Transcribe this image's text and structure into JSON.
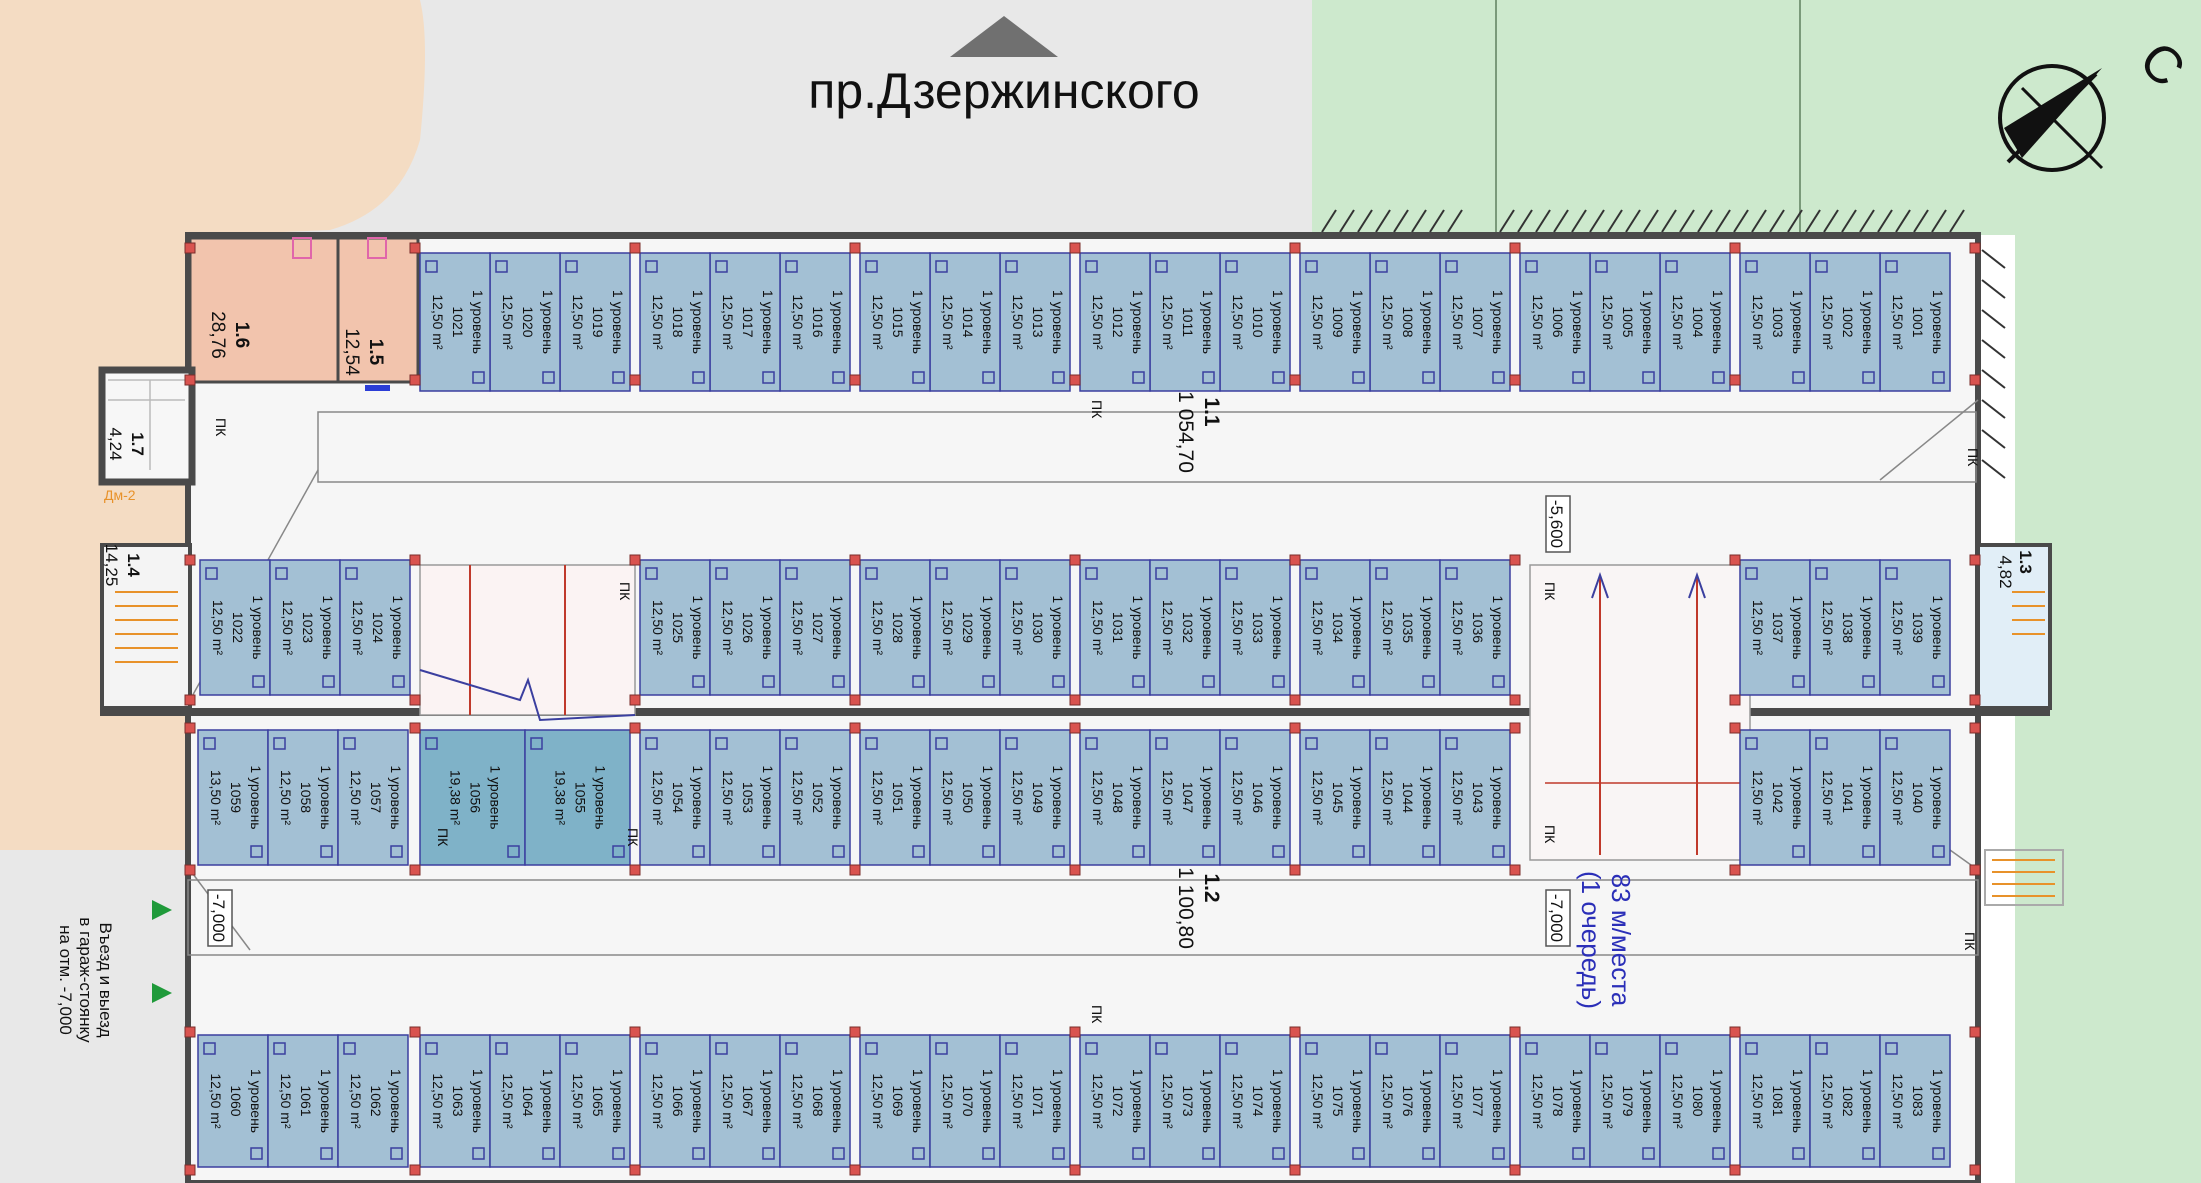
{
  "street": {
    "name": "пр.Дзержинского"
  },
  "compass": {
    "north_letter": "С"
  },
  "zones": {
    "z11": {
      "number": "1.1",
      "area": "1 054,70"
    },
    "z12": {
      "number": "1.2",
      "area": "1 100,80"
    },
    "z13": {
      "number": "1.3",
      "area": "4,82"
    },
    "z14": {
      "number": "1.4",
      "area": "14,25"
    },
    "z15": {
      "number": "1.5",
      "area": "12,54"
    },
    "z16": {
      "number": "1.6",
      "area": "28,76"
    },
    "z17": {
      "number": "1.7",
      "area": "4,24"
    }
  },
  "level_marks": {
    "upper": "-5,600",
    "lower_left": "-7,000",
    "lower_right": "-7,000"
  },
  "labels": {
    "pk": "ПК",
    "dm2": "Дм-2",
    "entry_l1": "Въезд и выезд",
    "entry_l2": "в гараж-стоянку",
    "entry_l3": "на отм. -7,000",
    "capacity_l1": "83 м/места",
    "capacity_l2": "(1 очередь)"
  },
  "spot_common": {
    "level": "1 уровень"
  },
  "spots": {
    "row1": [
      {
        "num": "1001",
        "area": "12,50 m²"
      },
      {
        "num": "1002",
        "area": "12,50 m²"
      },
      {
        "num": "1003",
        "area": "12,50 m²"
      },
      {
        "num": "1004",
        "area": "12,50 m²"
      },
      {
        "num": "1005",
        "area": "12,50 m²"
      },
      {
        "num": "1006",
        "area": "12,50 m²"
      },
      {
        "num": "1007",
        "area": "12,50 m²"
      },
      {
        "num": "1008",
        "area": "12,50 m²"
      },
      {
        "num": "1009",
        "area": "12,50 m²"
      },
      {
        "num": "1010",
        "area": "12,50 m²"
      },
      {
        "num": "1011",
        "area": "12,50 m²"
      },
      {
        "num": "1012",
        "area": "12,50 m²"
      },
      {
        "num": "1013",
        "area": "12,50 m²"
      },
      {
        "num": "1014",
        "area": "12,50 m²"
      },
      {
        "num": "1015",
        "area": "12,50 m²"
      },
      {
        "num": "1016",
        "area": "12,50 m²"
      },
      {
        "num": "1017",
        "area": "12,50 m²"
      },
      {
        "num": "1018",
        "area": "12,50 m²"
      },
      {
        "num": "1019",
        "area": "12,50 m²"
      },
      {
        "num": "1020",
        "area": "12,50 m²"
      },
      {
        "num": "1021",
        "area": "12,50 m²"
      }
    ],
    "row2": [
      {
        "num": "1022",
        "area": "12,50 m²"
      },
      {
        "num": "1023",
        "area": "12,50 m²"
      },
      {
        "num": "1024",
        "area": "12,50 m²"
      },
      {
        "num": "1025",
        "area": "12,50 m²"
      },
      {
        "num": "1026",
        "area": "12,50 m²"
      },
      {
        "num": "1027",
        "area": "12,50 m²"
      },
      {
        "num": "1028",
        "area": "12,50 m²"
      },
      {
        "num": "1029",
        "area": "12,50 m²"
      },
      {
        "num": "1030",
        "area": "12,50 m²"
      },
      {
        "num": "1031",
        "area": "12,50 m²"
      },
      {
        "num": "1032",
        "area": "12,50 m²"
      },
      {
        "num": "1033",
        "area": "12,50 m²"
      },
      {
        "num": "1034",
        "area": "12,50 m²"
      },
      {
        "num": "1035",
        "area": "12,50 m²"
      },
      {
        "num": "1036",
        "area": "12,50 m²"
      },
      {
        "num": "1037",
        "area": "12,50 m²"
      },
      {
        "num": "1038",
        "area": "12,50 m²"
      },
      {
        "num": "1039",
        "area": "12,50 m²"
      }
    ],
    "row3": [
      {
        "num": "1059",
        "area": "13,50 m²"
      },
      {
        "num": "1058",
        "area": "12,50 m²"
      },
      {
        "num": "1057",
        "area": "12,50 m²"
      },
      {
        "num": "1056",
        "area": "19,38 m²"
      },
      {
        "num": "1055",
        "area": "19,38 m²"
      },
      {
        "num": "1054",
        "area": "12,50 m²"
      },
      {
        "num": "1053",
        "area": "12,50 m²"
      },
      {
        "num": "1052",
        "area": "12,50 m²"
      },
      {
        "num": "1051",
        "area": "12,50 m²"
      },
      {
        "num": "1050",
        "area": "12,50 m²"
      },
      {
        "num": "1049",
        "area": "12,50 m²"
      },
      {
        "num": "1048",
        "area": "12,50 m²"
      },
      {
        "num": "1047",
        "area": "12,50 m²"
      },
      {
        "num": "1046",
        "area": "12,50 m²"
      },
      {
        "num": "1045",
        "area": "12,50 m²"
      },
      {
        "num": "1044",
        "area": "12,50 m²"
      },
      {
        "num": "1043",
        "area": "12,50 m²"
      },
      {
        "num": "1042",
        "area": "12,50 m²"
      },
      {
        "num": "1041",
        "area": "12,50 m²"
      },
      {
        "num": "1040",
        "area": "12,50 m²"
      }
    ],
    "row4": [
      {
        "num": "1060",
        "area": "12,50 m²"
      },
      {
        "num": "1061",
        "area": "12,50 m²"
      },
      {
        "num": "1062",
        "area": "12,50 m²"
      },
      {
        "num": "1063",
        "area": "12,50 m²"
      },
      {
        "num": "1064",
        "area": "12,50 m²"
      },
      {
        "num": "1065",
        "area": "12,50 m²"
      },
      {
        "num": "1066",
        "area": "12,50 m²"
      },
      {
        "num": "1067",
        "area": "12,50 m²"
      },
      {
        "num": "1068",
        "area": "12,50 m²"
      },
      {
        "num": "1069",
        "area": "12,50 m²"
      },
      {
        "num": "1070",
        "area": "12,50 m²"
      },
      {
        "num": "1071",
        "area": "12,50 m²"
      },
      {
        "num": "1072",
        "area": "12,50 m²"
      },
      {
        "num": "1073",
        "area": "12,50 m²"
      },
      {
        "num": "1074",
        "area": "12,50 m²"
      },
      {
        "num": "1075",
        "area": "12,50 m²"
      },
      {
        "num": "1076",
        "area": "12,50 m²"
      },
      {
        "num": "1077",
        "area": "12,50 m²"
      },
      {
        "num": "1078",
        "area": "12,50 m²"
      },
      {
        "num": "1079",
        "area": "12,50 m²"
      },
      {
        "num": "1080",
        "area": "12,50 m²"
      },
      {
        "num": "1081",
        "area": "12,50 m²"
      },
      {
        "num": "1082",
        "area": "12,50 m²"
      },
      {
        "num": "1083",
        "area": "12,50 m²"
      }
    ]
  },
  "colors": {
    "spot_fill": "#a3c0d4",
    "spot_fill_large": "#7fb2c8",
    "spot_stroke": "#3b3f9f",
    "green_area": "#cde9cd",
    "sand_area": "#f4dcc3",
    "street_area": "#e8e8e8",
    "room_pink": "#f2c4ad",
    "wall": "#4a4a4a",
    "floor": "#f6f6f6"
  }
}
